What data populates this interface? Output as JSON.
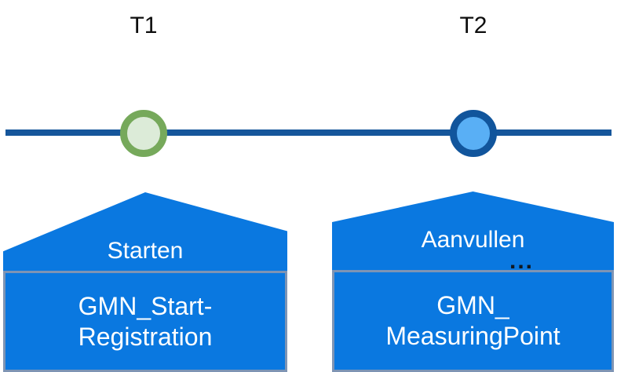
{
  "diagram": {
    "type": "timeline-with-process-nodes",
    "background_color": "#FFFFFF",
    "axis": {
      "name": "timeline-axis",
      "color": "#15569B"
    },
    "milestones": [
      {
        "id": "t1",
        "label": "T1",
        "marker_fill": "#DCEBD8",
        "marker_stroke": "#76A95B",
        "label_color": "#0D0D0D"
      },
      {
        "id": "t2",
        "label": "T2",
        "marker_fill": "#59AFF5",
        "marker_stroke": "#11559C",
        "label_color": "#0D0D0D"
      }
    ],
    "nodes": [
      {
        "id": "start-registration",
        "action_label": "Starten",
        "ellipsis": "",
        "entity_label": "GMN_Start-\nRegistration",
        "fill": "#0A78E0",
        "border": "#7E94B4",
        "text_color": "#FFFFFF"
      },
      {
        "id": "measuring-point",
        "action_label": "Aanvullen",
        "ellipsis": "...",
        "entity_label": "GMN_\nMeasuringPoint",
        "fill": "#0A78E0",
        "border": "#7E94B4",
        "text_color": "#FFFFFF"
      }
    ]
  }
}
